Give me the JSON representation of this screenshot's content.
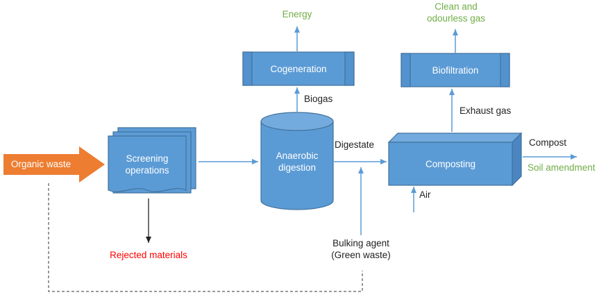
{
  "colors": {
    "blue": "#5B9BD5",
    "blue_light": "#74ABDE",
    "blue_dark": "#4A86C2",
    "blue_mid": "#5292CE",
    "blue_border": "#41719C",
    "orange": "#ED7D31",
    "green": "#70AD47",
    "red": "#FF0000"
  },
  "nodes": {
    "organic_waste": "Organic waste",
    "screening": "Screening operations",
    "digestion": "Anaerobic digestion",
    "cogeneration": "Cogeneration",
    "biofiltration": "Biofiltration",
    "composting": "Composting"
  },
  "flows": {
    "energy": "Energy",
    "biogas": "Biogas",
    "clean_gas": "Clean and odourless gas",
    "exhaust_gas": "Exhaust gas",
    "digestate": "Digestate",
    "compost": "Compost",
    "soil_amendment": "Soil amendment",
    "air": "Air",
    "bulking_agent": "Bulking agent",
    "bulking_agent_sub": "(Green waste)",
    "rejected_materials": "Rejected materials"
  }
}
